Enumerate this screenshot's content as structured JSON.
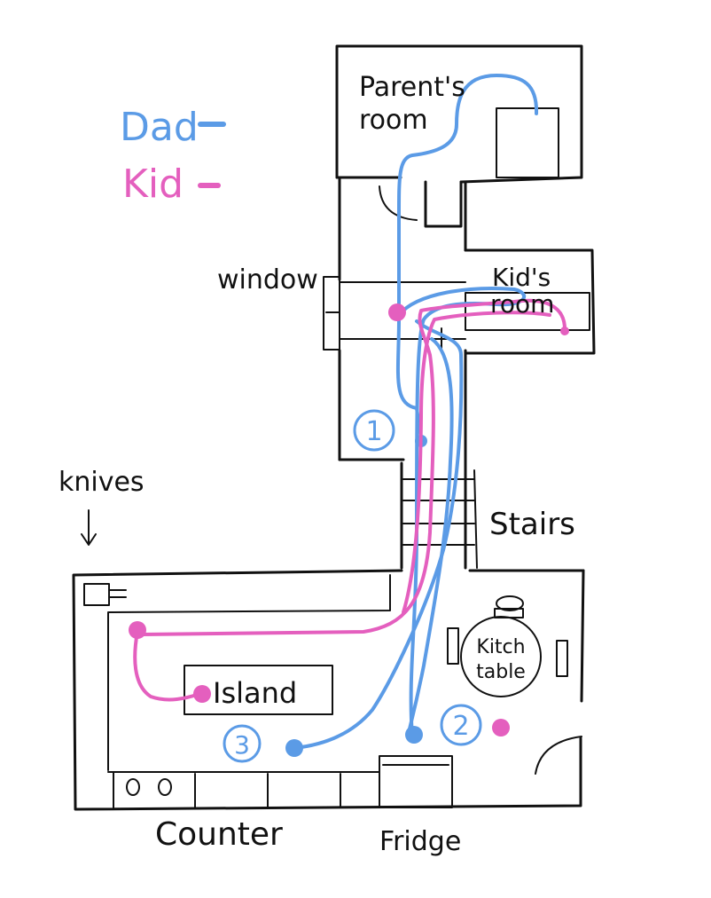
{
  "legend": {
    "dad": {
      "label": "Dad",
      "color": "#5b9be6"
    },
    "kid": {
      "label": "Kid",
      "color": "#e45fbe"
    }
  },
  "labels": {
    "parents_room_1": "Parent's",
    "parents_room_2": "room",
    "kids_room_1": "Kid's",
    "kids_room_2": "room",
    "window": "window",
    "knives": "knives",
    "stairs": "Stairs",
    "island": "Island",
    "table_1": "Kitch",
    "table_2": "table",
    "counter": "Counter",
    "fridge": "Fridge"
  },
  "markers": {
    "step1": "1",
    "step2": "2",
    "step3": "3"
  }
}
